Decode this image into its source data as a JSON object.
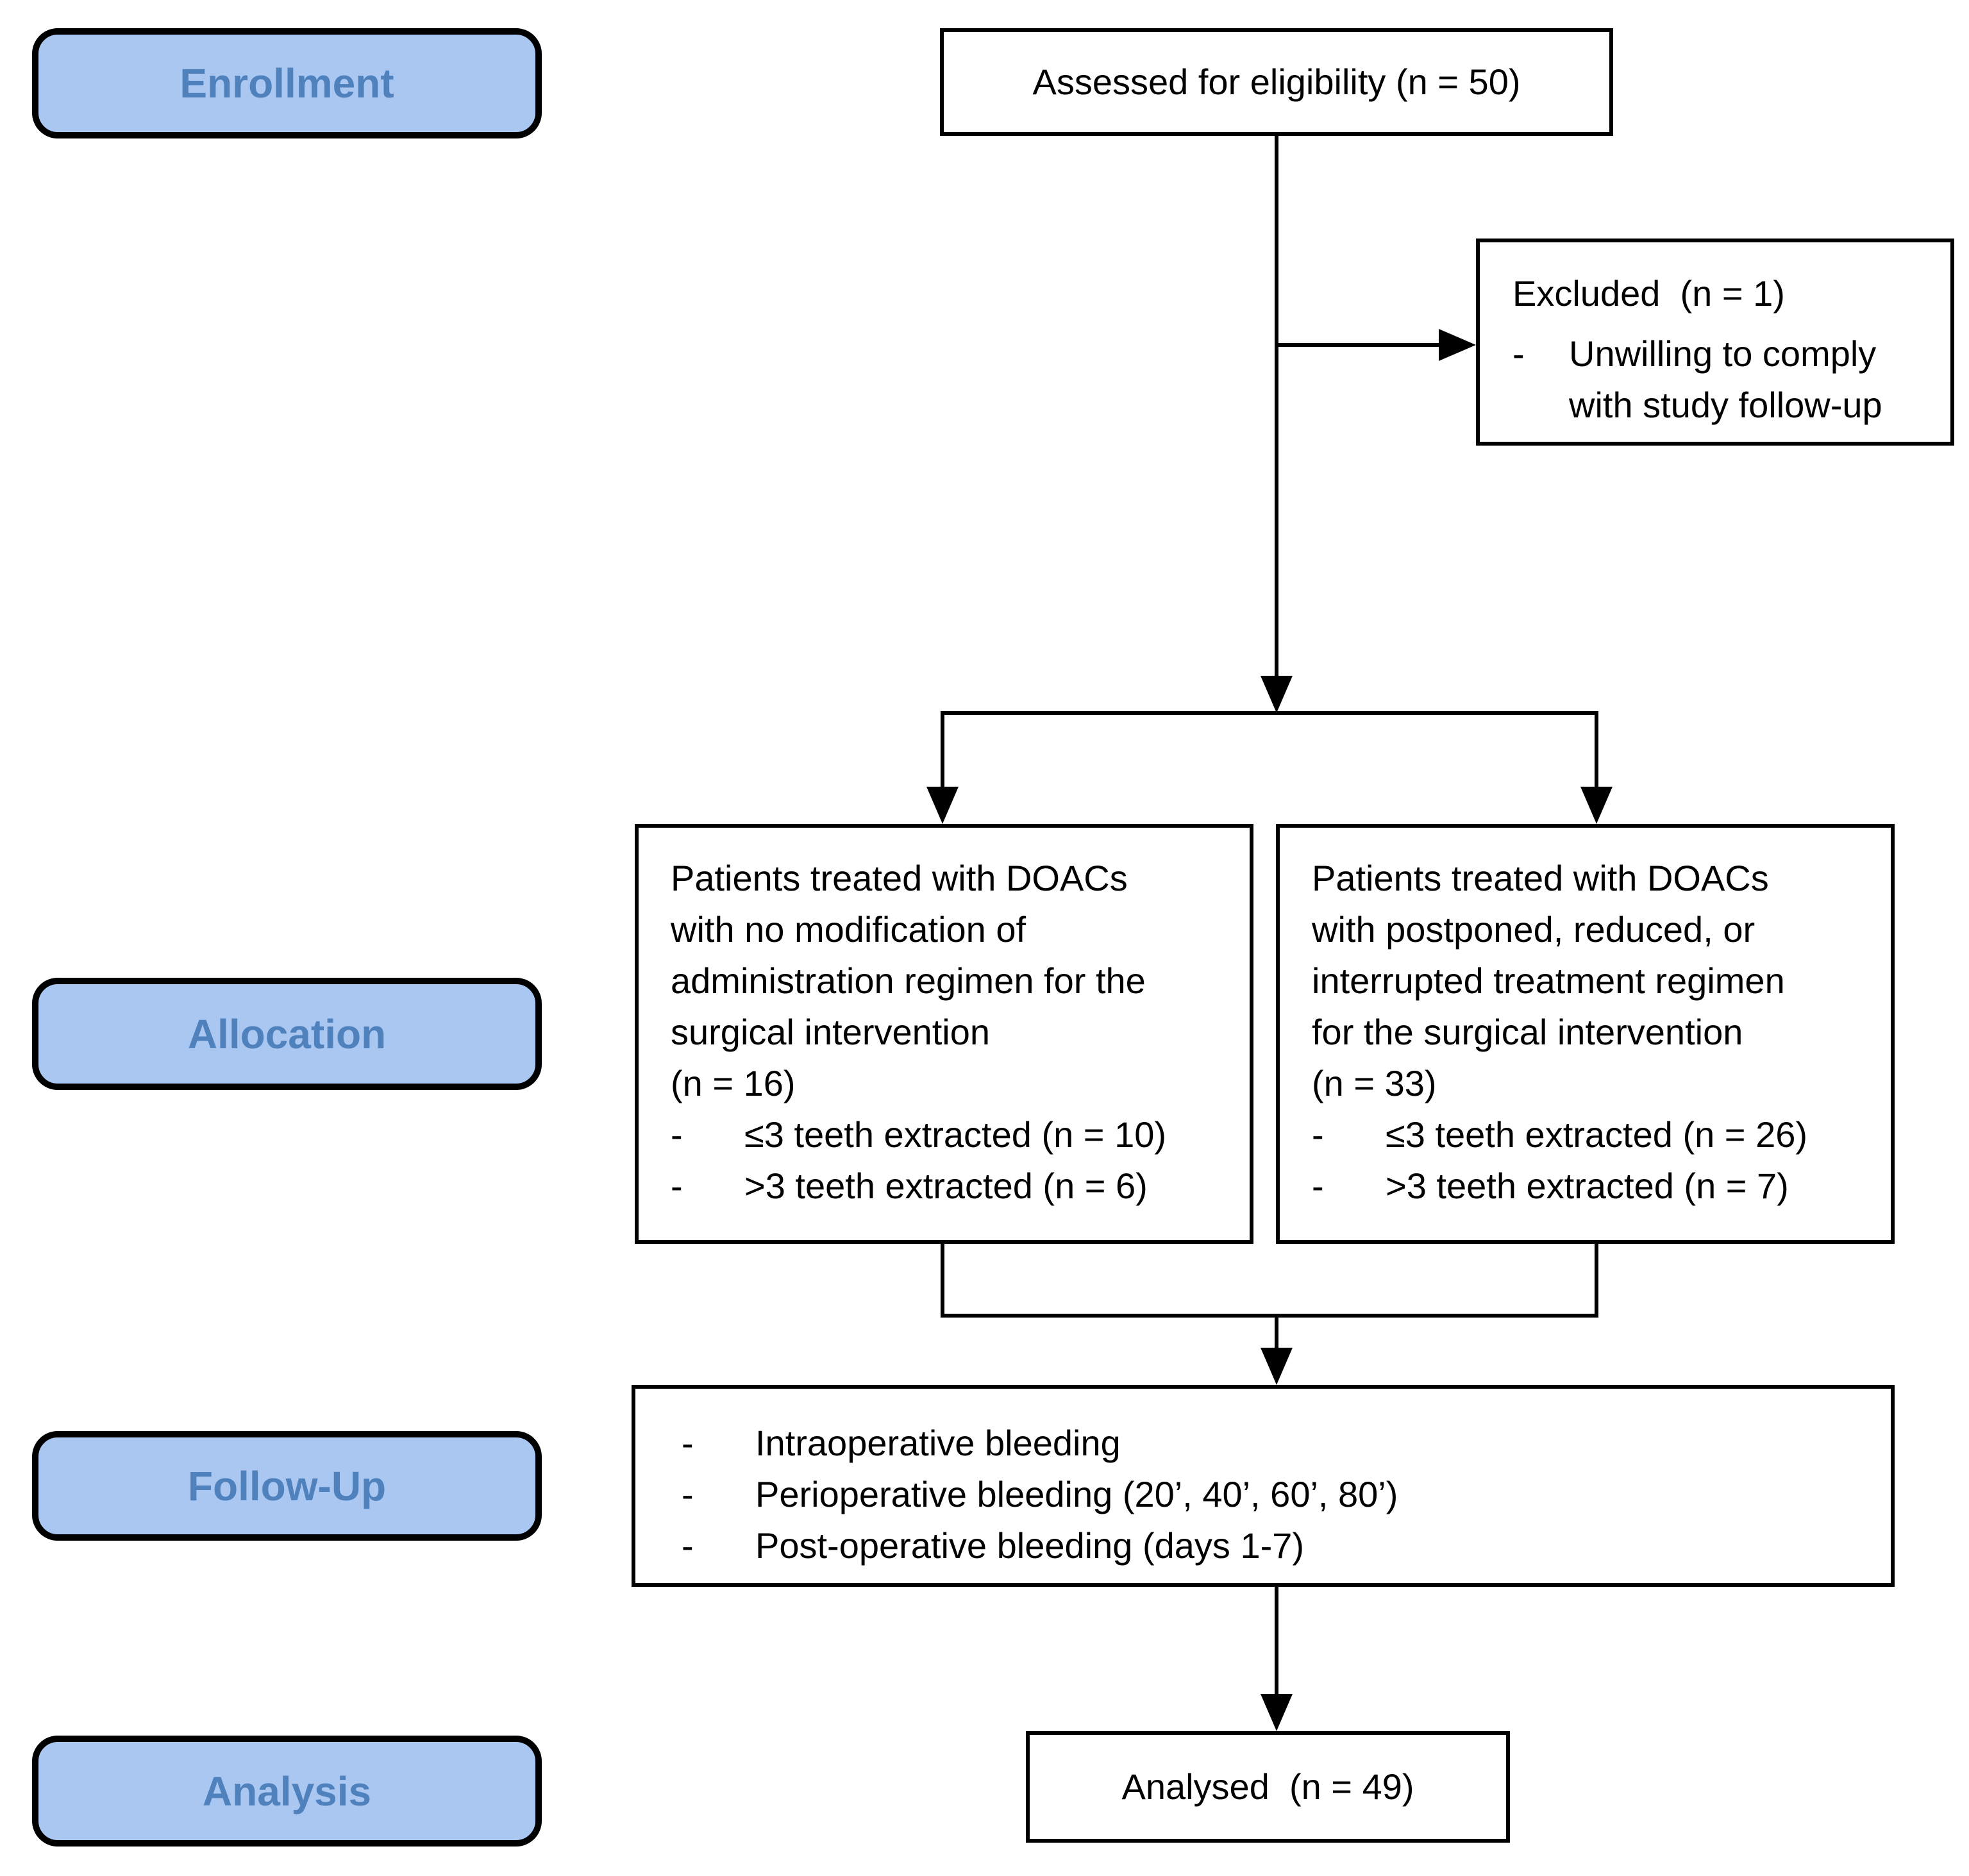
{
  "stages": {
    "enrollment": "Enrollment",
    "allocation": "Allocation",
    "followup": "Follow-Up",
    "analysis": "Analysis"
  },
  "boxes": {
    "assessed": {
      "text": "Assessed for eligibility (n = 50)"
    },
    "excluded": {
      "title": "Excluded  (n = 1)",
      "bullet_marker": "-",
      "bullet_lines": [
        "Unwilling to comply",
        "with study follow-up"
      ]
    },
    "alloc_left": {
      "lines": [
        "Patients treated with DOACs",
        "with no modification of",
        "administration regimen for the",
        "surgical intervention",
        "(n = 16)"
      ],
      "bullets": [
        {
          "marker": "-",
          "text": "≤3 teeth extracted (n = 10)"
        },
        {
          "marker": "-",
          "text": ">3 teeth extracted (n = 6)"
        }
      ]
    },
    "alloc_right": {
      "lines": [
        "Patients treated with DOACs",
        "with postponed, reduced, or",
        "interrupted treatment regimen",
        "for the surgical intervention",
        "(n = 33)"
      ],
      "bullets": [
        {
          "marker": "-",
          "text": "≤3 teeth extracted (n = 26)"
        },
        {
          "marker": "-",
          "text": ">3 teeth extracted (n = 7)"
        }
      ]
    },
    "followup": {
      "bullets": [
        {
          "marker": "-",
          "text": "Intraoperative bleeding"
        },
        {
          "marker": "-",
          "text": "Perioperative bleeding (20’, 40’, 60’, 80’)"
        },
        {
          "marker": "-",
          "text": "Post-operative bleeding (days 1-7)"
        }
      ]
    },
    "analysed": {
      "text": "Analysed  (n = 49)"
    }
  },
  "colors": {
    "stage-fill": "#aac7f2",
    "stage-text": "#4f81bd",
    "line-color": "#000000",
    "box-bg": "#ffffff"
  }
}
